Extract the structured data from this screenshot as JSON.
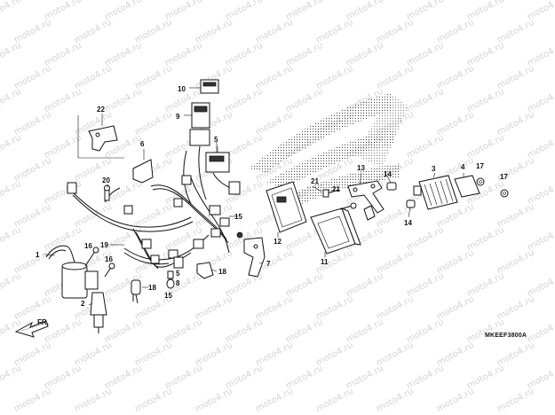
{
  "watermark": {
    "text": "moto4.ru"
  },
  "drawing_code": "MKEEF3800A",
  "direction_indicator": "FR.",
  "callouts": [
    {
      "id": "c1",
      "label": "1"
    },
    {
      "id": "c2",
      "label": "2"
    },
    {
      "id": "c3",
      "label": "3"
    },
    {
      "id": "c4",
      "label": "4"
    },
    {
      "id": "c5a",
      "label": "5"
    },
    {
      "id": "c5b",
      "label": "5"
    },
    {
      "id": "c6",
      "label": "6"
    },
    {
      "id": "c7",
      "label": "7"
    },
    {
      "id": "c8",
      "label": "8"
    },
    {
      "id": "c9",
      "label": "9"
    },
    {
      "id": "c10",
      "label": "10"
    },
    {
      "id": "c11",
      "label": "11"
    },
    {
      "id": "c12",
      "label": "12"
    },
    {
      "id": "c13",
      "label": "13"
    },
    {
      "id": "c14a",
      "label": "14"
    },
    {
      "id": "c14b",
      "label": "14"
    },
    {
      "id": "c15a",
      "label": "15"
    },
    {
      "id": "c15b",
      "label": "15"
    },
    {
      "id": "c16a",
      "label": "16"
    },
    {
      "id": "c16b",
      "label": "16"
    },
    {
      "id": "c17a",
      "label": "17"
    },
    {
      "id": "c17b",
      "label": "17"
    },
    {
      "id": "c18a",
      "label": "18"
    },
    {
      "id": "c18b",
      "label": "18"
    },
    {
      "id": "c19",
      "label": "19"
    },
    {
      "id": "c20",
      "label": "20"
    },
    {
      "id": "c21a",
      "label": "21"
    },
    {
      "id": "c21b",
      "label": "21"
    },
    {
      "id": "c22",
      "label": "22"
    }
  ]
}
